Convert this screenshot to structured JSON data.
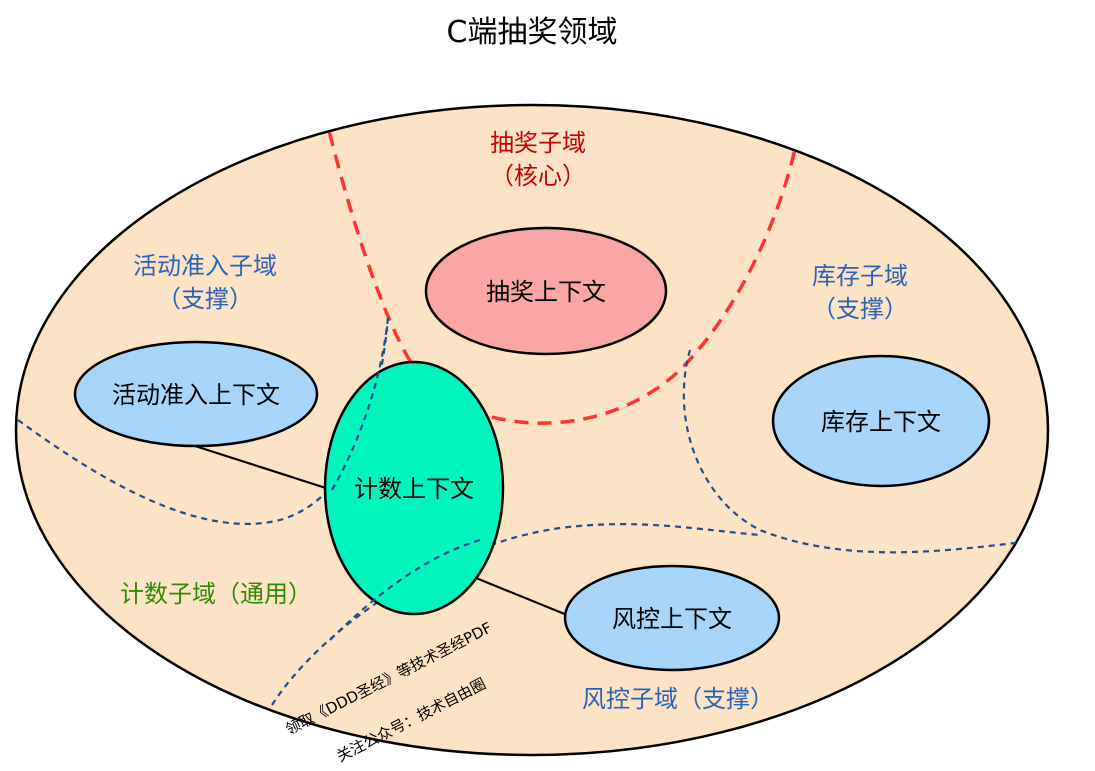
{
  "title": "C端抽奖领域",
  "colors": {
    "domain_fill": "#fde3c6",
    "outline": "#000000",
    "core_boundary": "#ff3333",
    "support_boundary": "#1f4e8c",
    "core_label": "#cc0000",
    "support_label": "#2a62b8",
    "generic_label": "#2e8b00",
    "core_context_fill": "#f9a6a4",
    "support_context_fill": "#a8d6fa",
    "generic_context_fill": "#00f5bd",
    "connector": "#000000"
  },
  "subdomains": {
    "lottery": {
      "name": "抽奖子域",
      "type": "（核心）"
    },
    "activity": {
      "name": "活动准入子域",
      "type": "（支撑）"
    },
    "inventory": {
      "name": "库存子域",
      "type": "（支撑）"
    },
    "counting": {
      "label": "计数子域（通用）"
    },
    "risk": {
      "label": "风控子域（支撑）"
    }
  },
  "contexts": {
    "lottery": "抽奖上下文",
    "activity": "活动准入上下文",
    "inventory": "库存上下文",
    "counting": "计数上下文",
    "risk": "风控上下文"
  },
  "relations": [
    {
      "from": "activity",
      "to": "counting"
    },
    {
      "from": "counting",
      "to": "risk"
    }
  ],
  "watermark": {
    "line1": "领取《DDD圣经》等技术圣经PDF",
    "line2": "关注公众号：技术自由圈"
  }
}
